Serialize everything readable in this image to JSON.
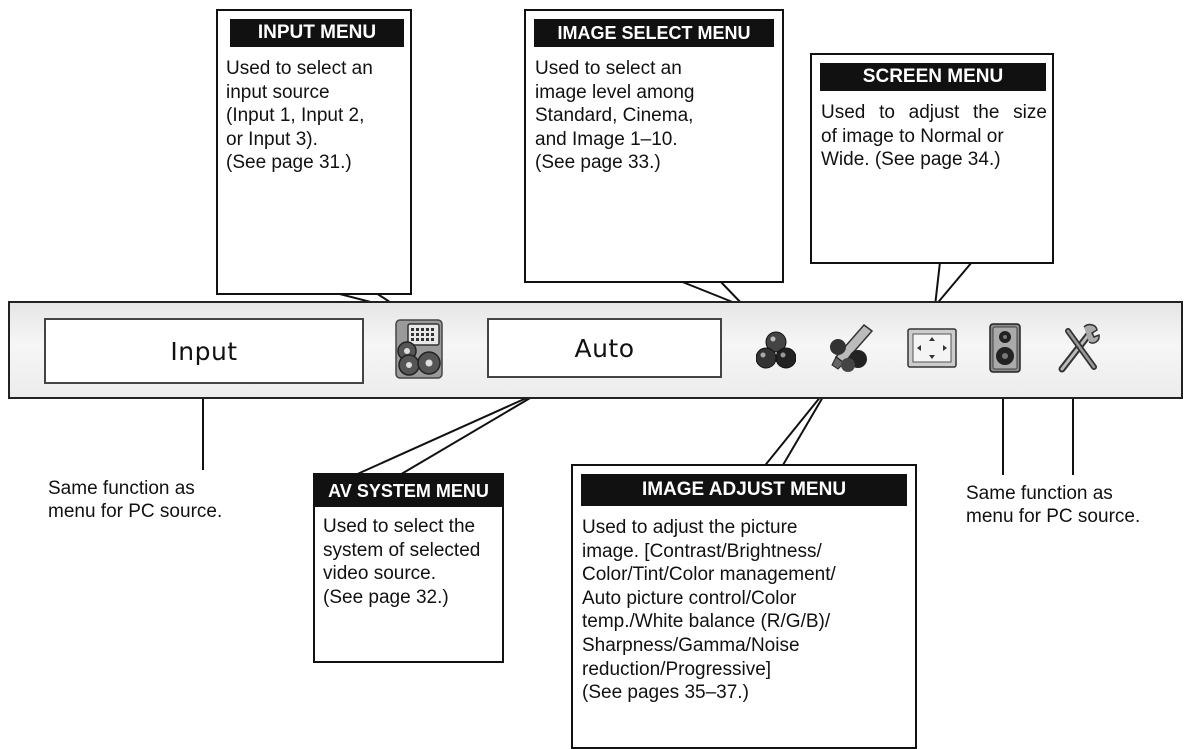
{
  "menubar": {
    "input_field": "Input",
    "av_field": "Auto",
    "icons": [
      "input-source-icon",
      "image-select-icon",
      "image-adjust-icon",
      "screen-icon",
      "sound-icon",
      "setting-icon"
    ]
  },
  "callouts": {
    "input_menu": {
      "title": "INPUT MENU",
      "lines": [
        "Used to select an",
        "input source",
        "(Input 1, Input 2,",
        "or Input 3).",
        "(See page 31.)"
      ]
    },
    "image_select_menu": {
      "title": "IMAGE SELECT MENU",
      "lines": [
        "Used to select an",
        "image level among",
        "Standard, Cinema,",
        "and Image 1–10.",
        "(See page 33.)"
      ]
    },
    "screen_menu": {
      "title": "SCREEN MENU",
      "lines": [
        "Used to adjust the size",
        "of image to Normal or",
        "Wide. (See page 34.)"
      ]
    },
    "av_system_menu": {
      "title": "AV SYSTEM MENU",
      "lines": [
        "Used to select the",
        "system of selected",
        "video source.",
        "(See page 32.)"
      ]
    },
    "image_adjust_menu": {
      "title": "IMAGE ADJUST MENU",
      "lines": [
        "Used to adjust the picture",
        "image. [Contrast/Brightness/",
        "Color/Tint/Color management/",
        "Auto picture control/Color",
        "temp./White balance (R/G/B)/",
        "Sharpness/Gamma/Noise",
        "reduction/Progressive]",
        "(See  pages 35–37.)"
      ]
    }
  },
  "captions": {
    "left": [
      "Same function as",
      "menu for PC source."
    ],
    "right": [
      "Same function as",
      "menu for PC source."
    ]
  },
  "colors": {
    "ink": "#111111",
    "bar": "#eeeeee"
  }
}
